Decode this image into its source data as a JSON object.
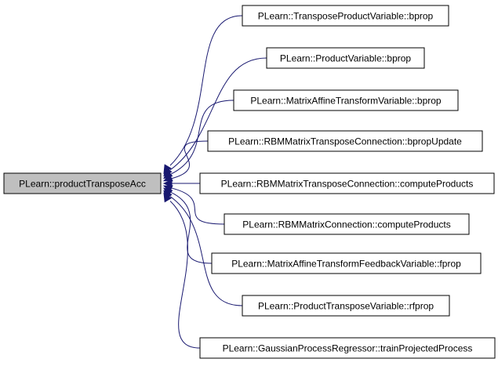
{
  "graph": {
    "root": {
      "label": "PLearn::productTransposeAcc",
      "fill": "#bfbfbf"
    },
    "callers": [
      {
        "label": "PLearn::TransposeProductVariable::bprop"
      },
      {
        "label": "PLearn::ProductVariable::bprop"
      },
      {
        "label": "PLearn::MatrixAffineTransformVariable::bprop"
      },
      {
        "label": "PLearn::RBMMatrixTransposeConnection::bpropUpdate"
      },
      {
        "label": "PLearn::RBMMatrixTransposeConnection::computeProducts"
      },
      {
        "label": "PLearn::RBMMatrixConnection::computeProducts"
      },
      {
        "label": "PLearn::MatrixAffineTransformFeedbackVariable::fprop"
      },
      {
        "label": "PLearn::ProductTransposeVariable::rfprop"
      },
      {
        "label": "PLearn::GaussianProcessRegressor::trainProjectedProcess"
      }
    ],
    "node_fill": "#ffffff",
    "edge_color": "#191970"
  }
}
